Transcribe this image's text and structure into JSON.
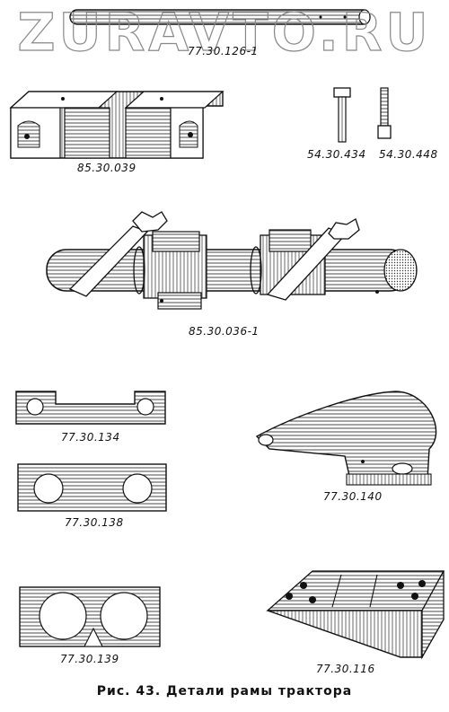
{
  "watermark": "ZURAVTO.RU",
  "parts": {
    "p1": "77.30.126-1",
    "p2": "85.30.039",
    "p3": "54.30.434",
    "p4": "54.30.448",
    "p5": "85.30.036-1",
    "p6": "77.30.134",
    "p7": "77.30.138",
    "p8": "77.30.140",
    "p9": "77.30.139",
    "p10": "77.30.116"
  },
  "caption": "Рис. 43. Детали рамы трактора"
}
